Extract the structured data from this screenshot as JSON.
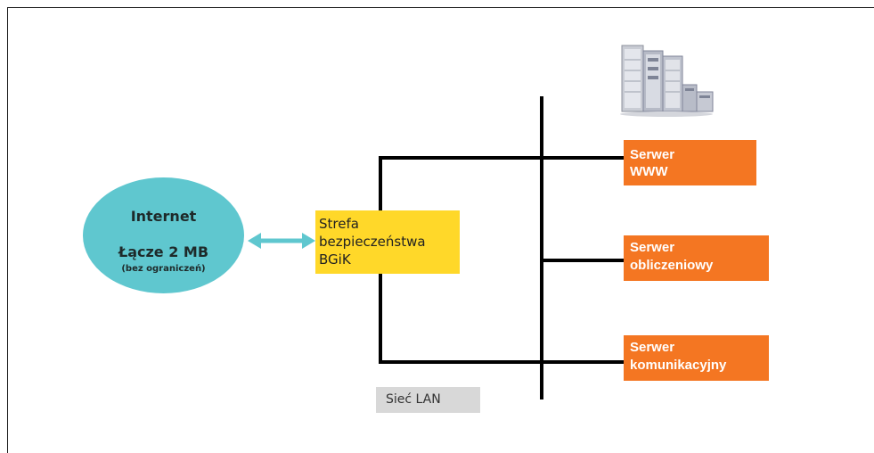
{
  "internet": {
    "title": "Internet",
    "link": "Łącze 2 MB",
    "note": "(bez ograniczeń)"
  },
  "zone": {
    "lines": [
      "Strefa",
      "bezpieczeństwa",
      "BGiK"
    ]
  },
  "servers": [
    {
      "line1": "Serwer",
      "line2": "WWW"
    },
    {
      "line1": "Serwer",
      "line2": "obliczeniowy"
    },
    {
      "line1": "Serwer",
      "line2": "komunikacyjny"
    }
  ],
  "lan": {
    "label": "Sieć LAN"
  },
  "icons": {
    "rack": "server-rack-icon",
    "arrow": "double-arrow-icon"
  },
  "colors": {
    "internet": "#5fc7cf",
    "zone": "#ffd829",
    "server": "#f47622",
    "lan": "#d8d8d8",
    "arrow": "#5fc7cf"
  }
}
